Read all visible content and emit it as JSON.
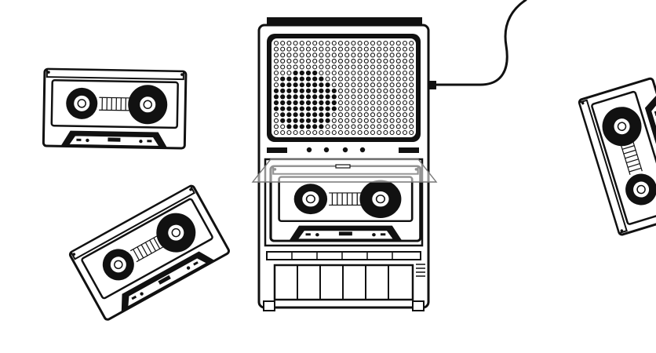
{
  "scene": {
    "background_color": "#ffffff",
    "ink_color": "#111111",
    "paper_color": "#ffffff",
    "accent_gray": "#777777",
    "objects": [
      "cassette-tape-top-left",
      "cassette-tape-bottom-left",
      "cassette-recorder-player",
      "cassette-tape-right",
      "power-cord"
    ]
  },
  "recorder": {
    "keys_count": 6,
    "top_buttons_count": 4,
    "cassette_door_state": "open"
  }
}
